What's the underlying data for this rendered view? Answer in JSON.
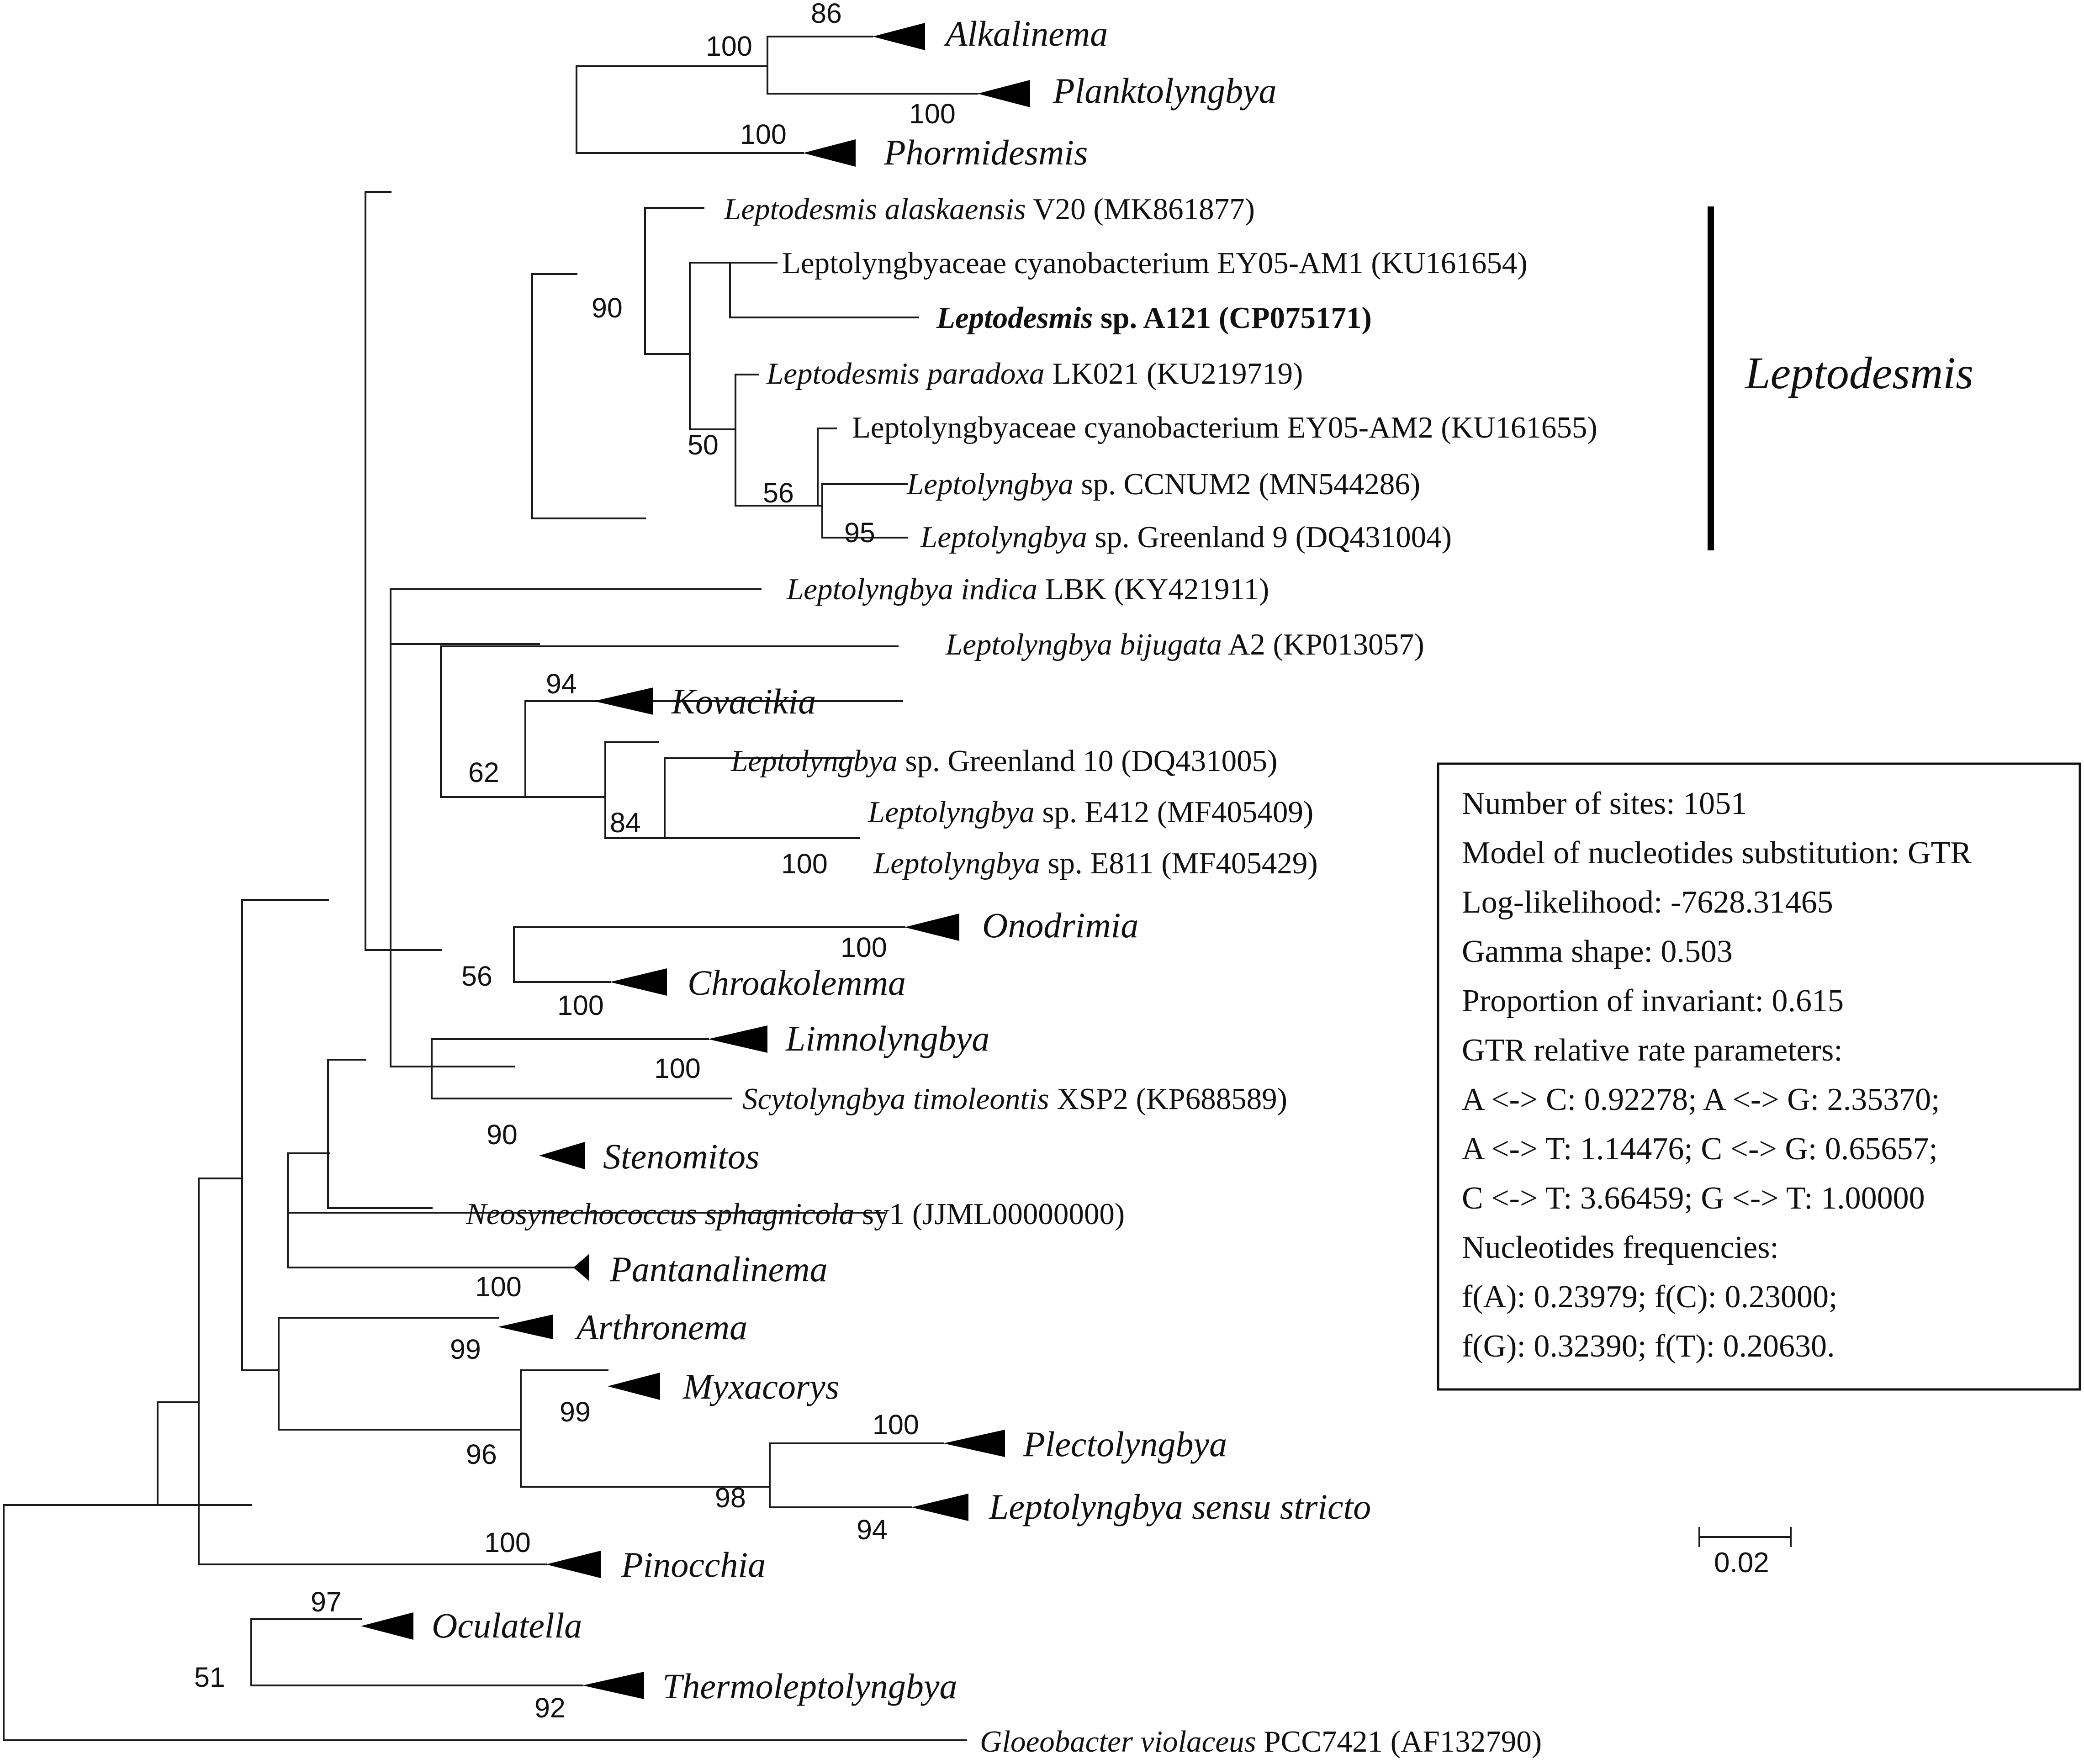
{
  "taxa": {
    "alkalinema": "Alkalinema",
    "planktolyngbya": "Planktolyngbya",
    "phormidesmis": "Phormidesmis",
    "l_alaskaensis": {
      "genus": "Leptodesmis alaskaensis",
      "rest": " V20 (MK861877)"
    },
    "eyam1": "Leptolyngbyaceae cyanobacterium EY05-AM1 (KU161654)",
    "a121": {
      "genus": "Leptodesmis",
      "rest": " sp. A121 (CP075171)"
    },
    "l_paradoxa": {
      "genus": "Leptodesmis paradoxa",
      "rest": " LK021 (KU219719)"
    },
    "eyam2": "Leptolyngbyaceae cyanobacterium EY05-AM2 (KU161655)",
    "ccnum2": {
      "genus": "Leptolyngbya",
      "rest": " sp. CCNUM2 (MN544286)"
    },
    "greenland9": {
      "genus": "Leptolyngbya",
      "rest": " sp. Greenland 9 (DQ431004)"
    },
    "indica": {
      "genus": "Leptolyngbya indica",
      "rest": " LBK (KY421911)"
    },
    "bijugata": {
      "genus": "Leptolyngbya bijugata",
      "rest": " A2 (KP013057)"
    },
    "kovacikia": "Kovacikia",
    "greenland10": {
      "genus": "Leptolyngbya",
      "rest": " sp. Greenland 10 (DQ431005)"
    },
    "e412": {
      "genus": "Leptolyngbya",
      "rest": " sp. E412 (MF405409)"
    },
    "e811": {
      "genus": "Leptolyngbya",
      "rest": " sp. E811 (MF405429)"
    },
    "onodrimia": "Onodrimia",
    "chroakolemma": "Chroakolemma",
    "limnolyngbya": "Limnolyngbya",
    "scytolyngbya": {
      "genus": "Scytolyngbya timoleontis",
      "rest": " XSP2 (KP688589)"
    },
    "stenomitos": "Stenomitos",
    "neosynechococcus": {
      "genus": "Neosynechococcus sphagnicola",
      "rest": " sy1 (JJML00000000)"
    },
    "pantanalinema": "Pantanalinema",
    "arthronema": "Arthronema",
    "myxacorys": "Myxacorys",
    "plectolyngbya": "Plectolyngbya",
    "leptolyngbya_ss": "Leptolyngbya sensu stricto",
    "pinocchia": "Pinocchia",
    "oculatella": "Oculatella",
    "thermoleptolyngbya": "Thermoleptolyngbya",
    "gloeobacter": {
      "genus": "Gloeobacter violaceus",
      "rest": " PCC7421 (AF132790)"
    }
  },
  "bootstrap": {
    "alk": "86",
    "alk_plank": "100",
    "plank": "100",
    "phorm": "100",
    "lepto_clade": "90",
    "l50": "50",
    "l56": "56",
    "l95": "95",
    "kov": "94",
    "kov_clade": "62",
    "gl10_clade": "84",
    "e_pair": "100",
    "onod": "100",
    "onod_chroak": "56",
    "chroak": "100",
    "limno": "100",
    "steno": "90",
    "pant": "100",
    "arth": "99",
    "myxa": "99",
    "myxa_clade": "96",
    "plect_clade": "98",
    "plect": "100",
    "lss": "94",
    "pino": "100",
    "ocul": "97",
    "ocul_therm": "51",
    "therm": "92"
  },
  "group_label": "Leptodesmis",
  "scale_label": "0.02",
  "info_box": {
    "line1": "Number of sites: 1051",
    "line2": "Model of nucleotides substitution: GTR",
    "line3": "Log-likelihood: -7628.31465",
    "line4": "Gamma shape: 0.503",
    "line5": "Proportion of invariant: 0.615",
    "line6": "GTR relative rate parameters:",
    "line7": "A <-> C: 0.92278;  A <-> G: 2.35370;",
    "line8": "A <-> T: 1.14476;  C <-> G: 0.65657;",
    "line9": "C <-> T: 3.66459;  G <-> T: 1.00000",
    "line10": "Nucleotides frequencies:",
    "line11": "f(A): 0.23979;  f(C): 0.23000;",
    "line12": "f(G): 0.32390;  f(T): 0.20630."
  }
}
